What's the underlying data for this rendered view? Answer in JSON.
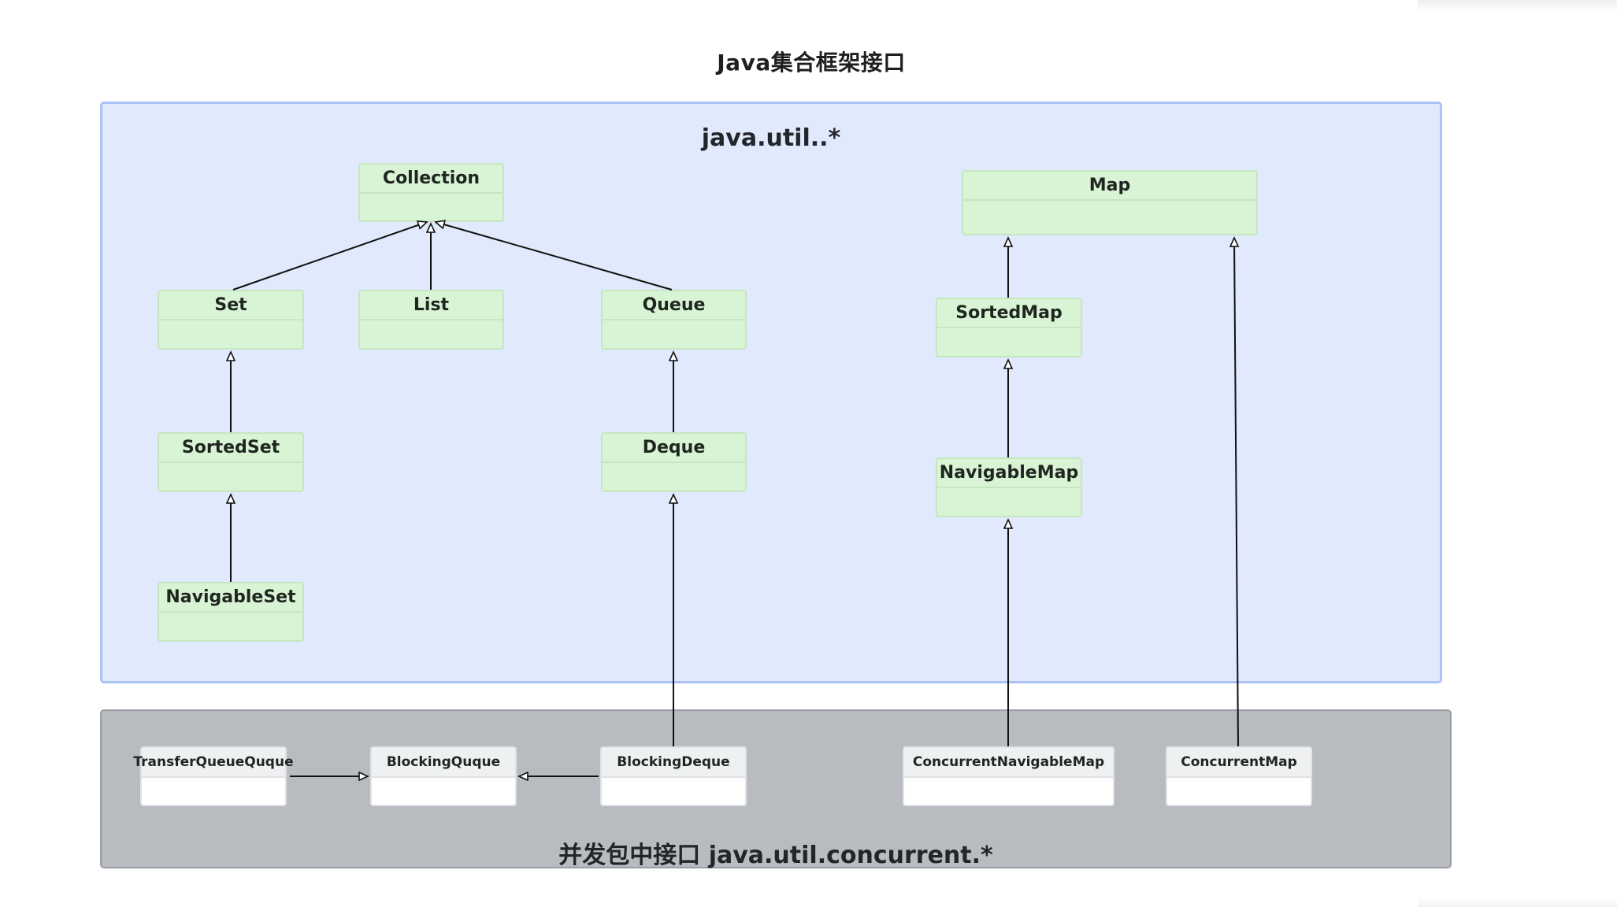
{
  "title": "Java集合框架接口",
  "packages": {
    "util": {
      "label": "java.util..*"
    },
    "concurrent": {
      "label": "并发包中接口 java.util.concurrent.*"
    }
  },
  "nodes": {
    "collection": "Collection",
    "set": "Set",
    "list": "List",
    "queue": "Queue",
    "sortedset": "SortedSet",
    "navigableset": "NavigableSet",
    "deque": "Deque",
    "map": "Map",
    "sortedmap": "SortedMap",
    "navigablemap": "NavigableMap",
    "transferqueue": "TransferQueueQuque",
    "blockingqueue": "BlockingQuque",
    "blockingdeque": "BlockingDeque",
    "concurrentnavigablemap": "ConcurrentNavigableMap",
    "concurrentmap": "ConcurrentMap"
  },
  "relations": [
    {
      "from": "set",
      "to": "collection",
      "type": "extends"
    },
    {
      "from": "list",
      "to": "collection",
      "type": "extends"
    },
    {
      "from": "queue",
      "to": "collection",
      "type": "extends"
    },
    {
      "from": "sortedset",
      "to": "set",
      "type": "extends"
    },
    {
      "from": "navigableset",
      "to": "sortedset",
      "type": "extends"
    },
    {
      "from": "deque",
      "to": "queue",
      "type": "extends"
    },
    {
      "from": "blockingdeque",
      "to": "deque",
      "type": "extends"
    },
    {
      "from": "sortedmap",
      "to": "map",
      "type": "extends"
    },
    {
      "from": "navigablemap",
      "to": "sortedmap",
      "type": "extends"
    },
    {
      "from": "concurrentnavigablemap",
      "to": "navigablemap",
      "type": "extends"
    },
    {
      "from": "concurrentmap",
      "to": "map",
      "type": "extends"
    },
    {
      "from": "transferqueue",
      "to": "blockingqueue",
      "type": "extends"
    },
    {
      "from": "blockingdeque",
      "to": "blockingqueue",
      "type": "extends"
    }
  ],
  "colors": {
    "util_package_bg": "#e1e9fc",
    "util_package_border": "#aac2f5",
    "concurrent_package_bg": "#b8bbc0",
    "node_green": "#d8f4d4",
    "node_white": "#ffffff",
    "edge": "#111111"
  }
}
